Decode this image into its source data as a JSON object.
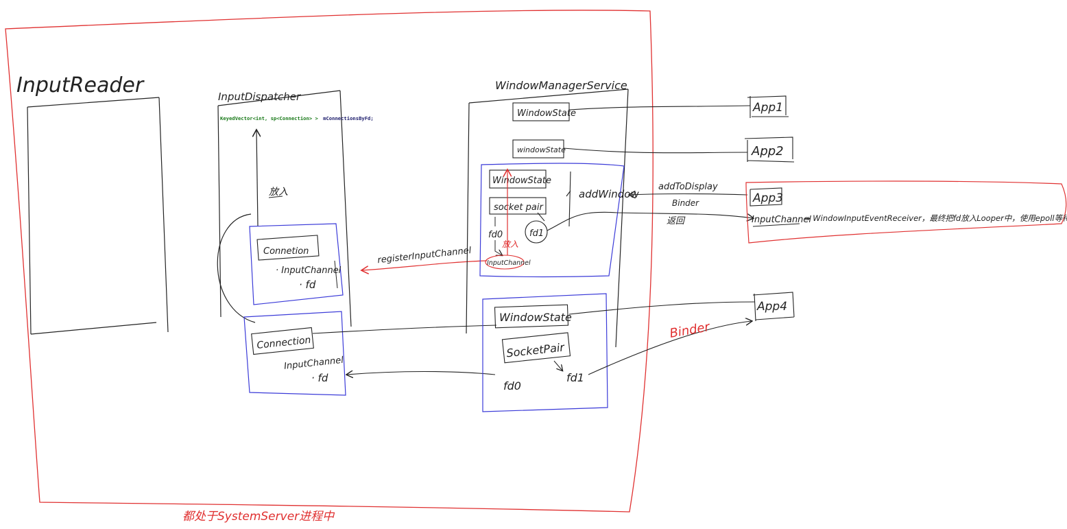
{
  "colors": {
    "ink": "#222222",
    "red": "#e03030",
    "blue": "#3a3ad8",
    "code_green": "#1a7a1a",
    "code_purple": "#7a1a8a",
    "code_navy": "#1a1a6a"
  },
  "labels": {
    "input_reader": "InputReader",
    "input_dispatcher": "InputDispatcher",
    "code_type": "KeyedVector<int, sp<Connection> >",
    "code_var": "mConnectionsByFd;",
    "put_in": "放入",
    "connection_1": "Connetion",
    "input_channel_1": "· InputChannel",
    "fd_1": "· fd",
    "connection_2": "Connection",
    "input_channel_2": "InputChannel",
    "fd_2": "· fd",
    "register_input_channel": "registerInputChannel",
    "wms": "WindowManagerService",
    "window_state_1": "WindowState",
    "window_state_2": "windowState",
    "window_state_3": "WindowState",
    "socket_pair_1": "socket pair",
    "fd0_1": "fd0",
    "fd1_1": "fd1",
    "put_in_red": "放入",
    "input_channel_small": "InputChannel",
    "add_window": "addWindow",
    "window_state_4": "WindowState",
    "socket_pair_2": "SocketPair",
    "fd0_2": "fd0",
    "fd1_2": "fd1",
    "app1": "App1",
    "app2": "App2",
    "app3": "App3",
    "app4": "App4",
    "add_to_display": "addToDisplay",
    "binder_black": "Binder",
    "return": "返回",
    "input_channel_app3": "InputChannel",
    "app3_note": "→ WindowInputEventReceiver，最终把fd放入Looper中，使用epoll等待数据",
    "binder_red": "Binder",
    "system_server_note": "都处于SystemServer进程中"
  }
}
